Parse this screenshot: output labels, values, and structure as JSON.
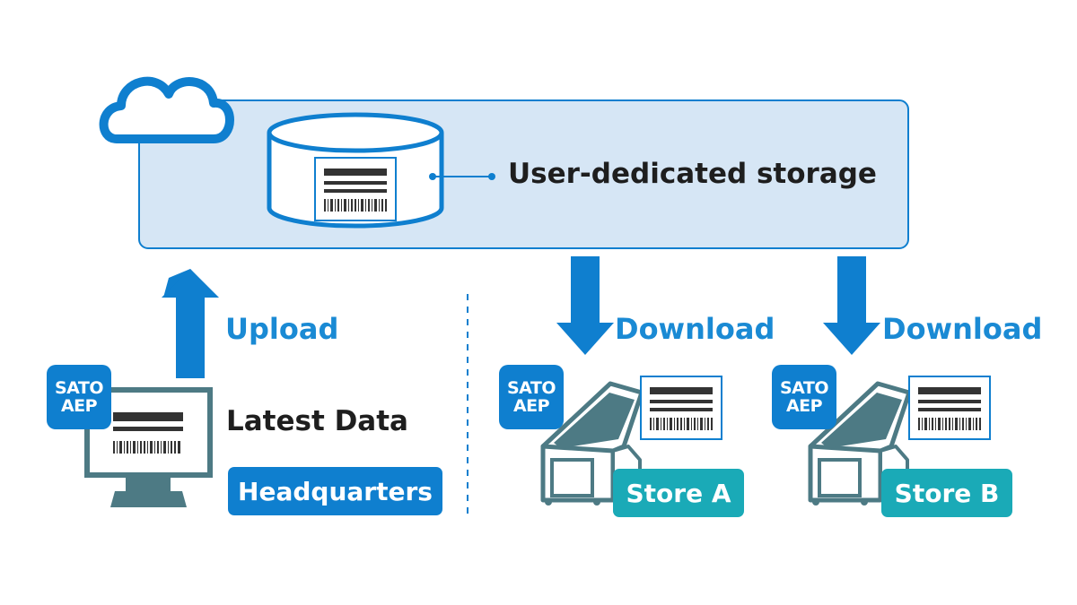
{
  "cloud": {
    "storage_label": "User-dedicated storage"
  },
  "arrows": {
    "upload_label": "Upload",
    "download_a_label": "Download",
    "download_b_label": "Download"
  },
  "headquarters": {
    "data_label": "Latest Data",
    "name": "Headquarters",
    "badge_line1": "SATO",
    "badge_line2": "AEP"
  },
  "store_a": {
    "name": "Store A",
    "badge_line1": "SATO",
    "badge_line2": "AEP"
  },
  "store_b": {
    "name": "Store B",
    "badge_line1": "SATO",
    "badge_line2": "AEP"
  },
  "colors": {
    "blue": "#0f7fcf",
    "light_blue_panel": "#d6e6f5",
    "teal": "#1aaab7",
    "slate": "#4d7a84"
  }
}
